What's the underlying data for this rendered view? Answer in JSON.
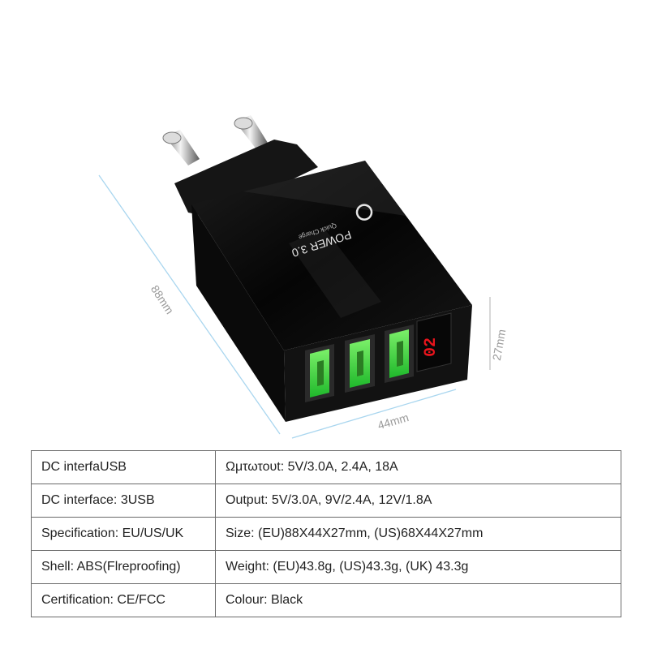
{
  "product": {
    "brand_lines": [
      "POWER 3.0",
      "Quick Charge"
    ],
    "display_digits": "02",
    "dimensions": {
      "length": "88mm",
      "height": "27mm",
      "width": "44mm"
    }
  },
  "specs": [
    [
      "DC interfaUSB",
      "Ωμτωτουt:  5V/3.0A, 2.4A, 18A"
    ],
    [
      "DC interface: 3USB",
      "Output:  5V/3.0A, 9V/2.4A, 12V/1.8A"
    ],
    [
      "Specification: EU/US/UK",
      "Size: (EU)88X44X27mm,  (US)68X44X27mm"
    ],
    [
      "Shell: ABS(Flreproofing)",
      "Weight: (EU)43.8g, (US)43.3g, (UK) 43.3g"
    ],
    [
      "Certification: CE/FCC",
      "Colour: Black"
    ]
  ],
  "colors": {
    "body": "#0d0d0d",
    "usb_glow": "#3fdc3a",
    "display": "#e8141c",
    "dim_line": "#a9d6ef"
  }
}
